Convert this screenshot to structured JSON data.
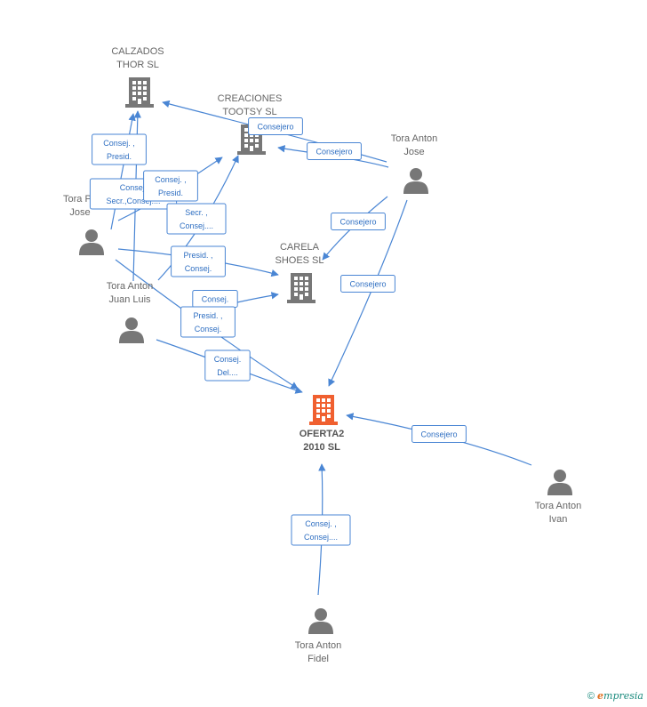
{
  "colors": {
    "edge": "#4a86d4",
    "company": "#777777",
    "main_company": "#f06030",
    "person": "#777777"
  },
  "nodes": [
    {
      "id": "calzados",
      "kind": "company",
      "lines": [
        "CALZADOS",
        "THOR SL"
      ]
    },
    {
      "id": "creaciones",
      "kind": "company",
      "lines": [
        "CREACIONES",
        "TOOTSY SL"
      ]
    },
    {
      "id": "carela",
      "kind": "company",
      "lines": [
        "CARELA",
        "SHOES SL"
      ]
    },
    {
      "id": "oferta",
      "kind": "main_company",
      "lines": [
        "OFERTA2",
        "2010 SL"
      ]
    },
    {
      "id": "tora_jose",
      "kind": "person",
      "lines": [
        "Tora Anton",
        "Jose"
      ]
    },
    {
      "id": "tora_pu_jose",
      "kind": "person",
      "lines": [
        "Tora Pu",
        "Jose"
      ]
    },
    {
      "id": "tora_juan_luis",
      "kind": "person",
      "lines": [
        "Tora Anton",
        "Juan Luis"
      ]
    },
    {
      "id": "tora_ivan",
      "kind": "person",
      "lines": [
        "Tora Anton",
        "Ivan"
      ]
    },
    {
      "id": "tora_fidel",
      "kind": "person",
      "lines": [
        "Tora Anton",
        "Fidel"
      ]
    }
  ],
  "edges": [
    {
      "id": "e1",
      "lines": [
        "Consej. ,",
        "Presid."
      ]
    },
    {
      "id": "e2",
      "lines": [
        "Consej.",
        "Secr.,Consej...."
      ]
    },
    {
      "id": "e3",
      "lines": [
        "Consej. ,",
        "Presid."
      ]
    },
    {
      "id": "e4",
      "lines": [
        "Secr. ,",
        "Consej...."
      ]
    },
    {
      "id": "e5",
      "lines": [
        "Consejero"
      ]
    },
    {
      "id": "e6",
      "lines": [
        "Consejero"
      ]
    },
    {
      "id": "e7",
      "lines": [
        "Consejero"
      ]
    },
    {
      "id": "e8",
      "lines": [
        "Consejero"
      ]
    },
    {
      "id": "e9",
      "lines": [
        "Presid. ,",
        "Consej."
      ]
    },
    {
      "id": "e10",
      "lines": [
        "Consej."
      ]
    },
    {
      "id": "e11",
      "lines": [
        "Presid. ,",
        "Consej."
      ]
    },
    {
      "id": "e12",
      "lines": [
        "Consej.",
        "Del...."
      ]
    },
    {
      "id": "e13",
      "lines": [
        "Consejero"
      ]
    },
    {
      "id": "e14",
      "lines": [
        "Consej. ,",
        "Consej...."
      ]
    }
  ],
  "footer": {
    "copyright": "©",
    "brand_first": "e",
    "brand_rest": "mpresia"
  }
}
